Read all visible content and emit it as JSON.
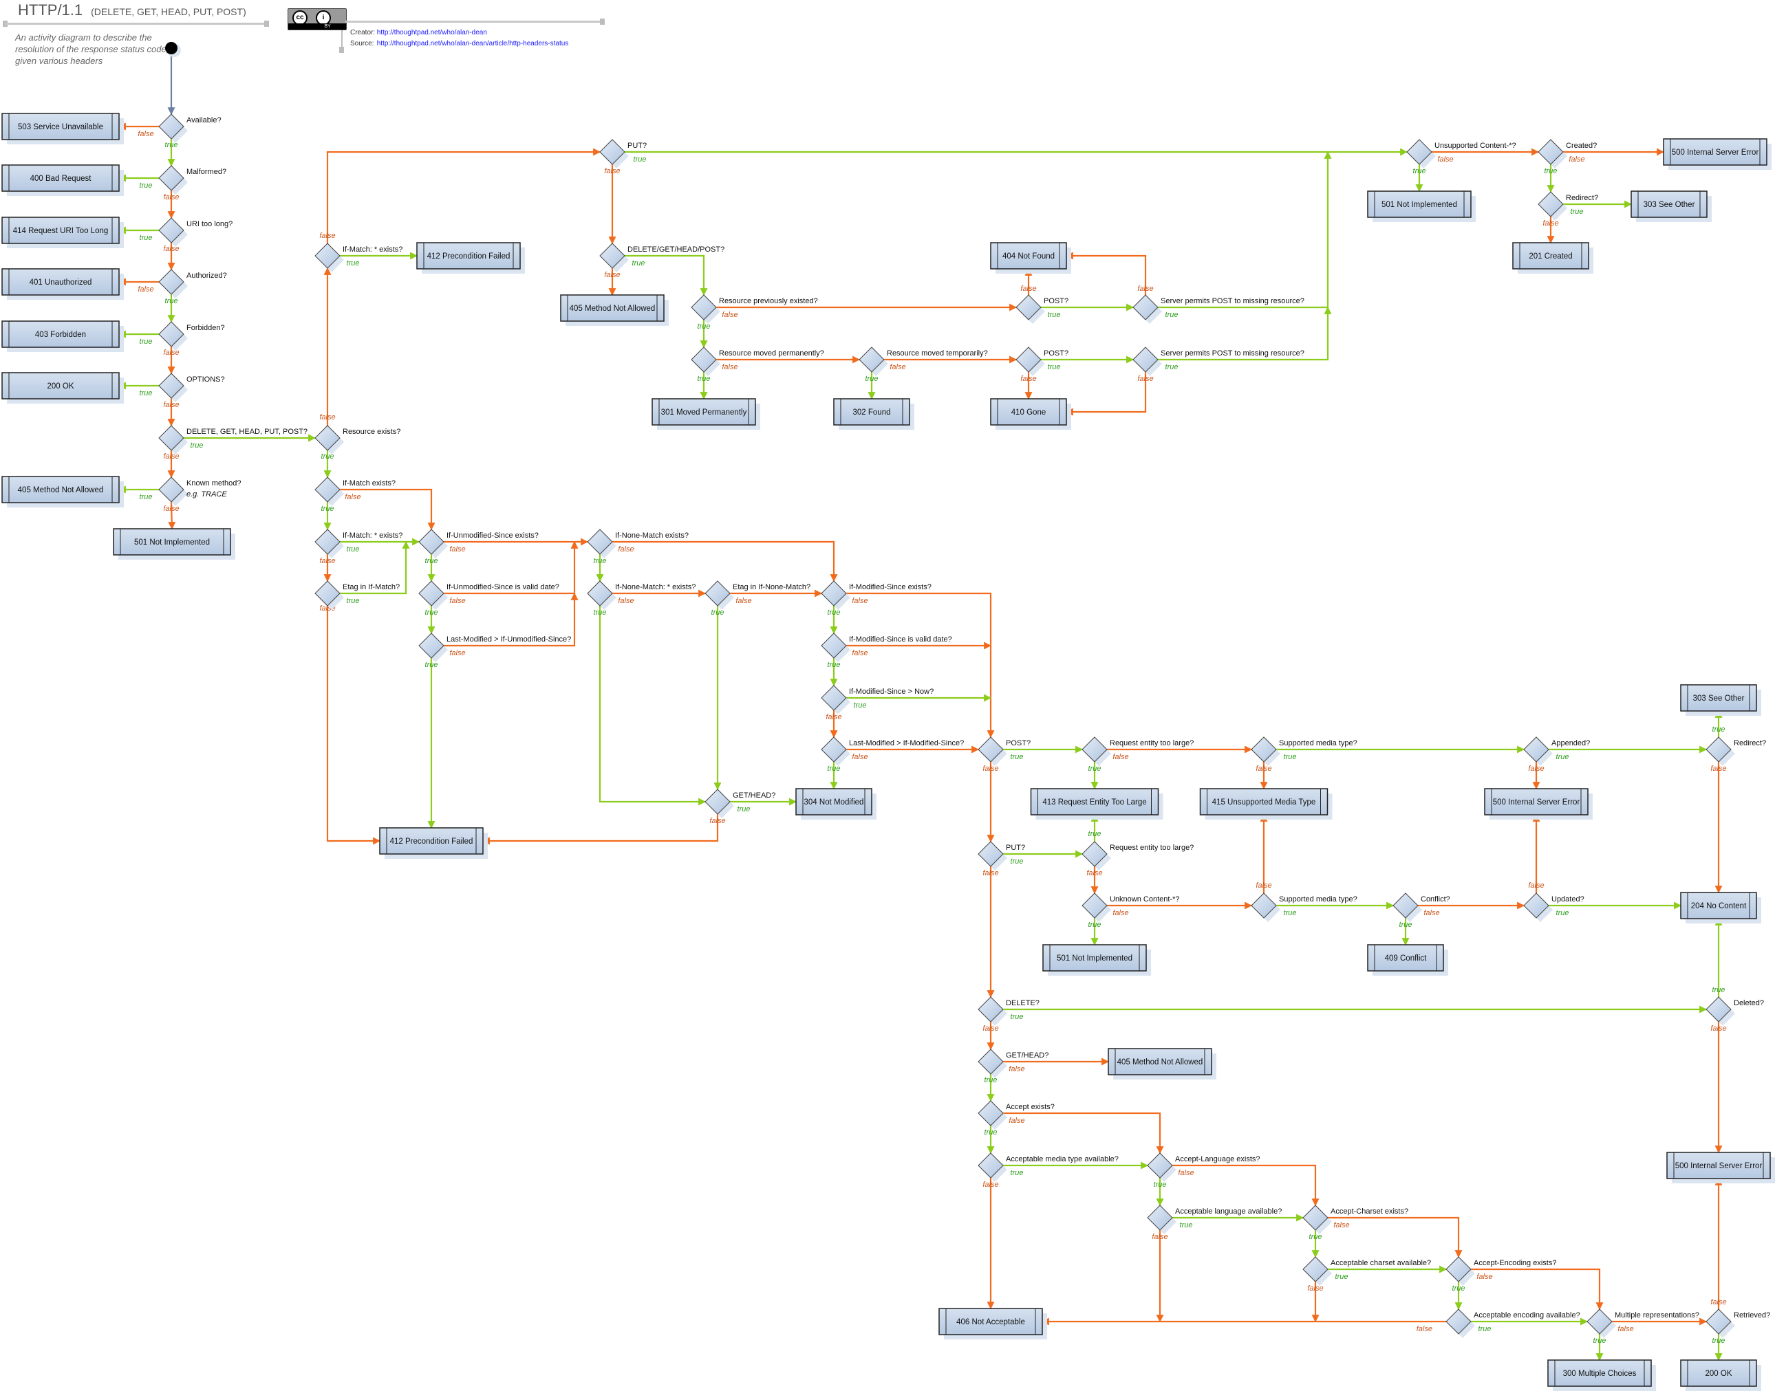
{
  "header": {
    "title": "HTTP/1.1",
    "subtitle": "(DELETE, GET, HEAD, PUT, POST)",
    "description": "An activity diagram to describe the resolution of the response status code, given various headers",
    "license_badge": {
      "cc": "cc",
      "attribution": "i",
      "by": "BY"
    },
    "creator_label": "Creator:",
    "creator_url": "http://thoughtpad.net/who/alan-dean",
    "source_label": "Source:",
    "source_url": "http://thoughtpad.net/who/alan-dean/article/http-headers-status"
  },
  "legend": {
    "true_label": "true",
    "false_label": "false"
  },
  "colors": {
    "true_edge": "#8ccc1a",
    "false_edge": "#f26b1d",
    "start_edge": "#6b7fa3",
    "node_fill_top": "#e4ecf6",
    "node_fill_bottom": "#b3c7e2",
    "node_border": "#444444",
    "true_text": "#2f9e1f",
    "false_text": "#c8541a"
  },
  "decisions": [
    {
      "id": "d_available",
      "label": "Available?"
    },
    {
      "id": "d_malformed",
      "label": "Malformed?"
    },
    {
      "id": "d_uri",
      "label": "URI too long?"
    },
    {
      "id": "d_auth",
      "label": "Authorized?"
    },
    {
      "id": "d_forbidden",
      "label": "Forbidden?"
    },
    {
      "id": "d_options",
      "label": "OPTIONS?"
    },
    {
      "id": "d_methods",
      "label": "DELETE, GET, HEAD, PUT, POST?"
    },
    {
      "id": "d_known",
      "label": "Known method?",
      "note": "e.g. TRACE"
    },
    {
      "id": "d_res_exists",
      "label": "Resource exists?"
    },
    {
      "id": "d_ifmatch_star_top",
      "label": "If-Match: * exists?"
    },
    {
      "id": "d_put_top",
      "label": "PUT?"
    },
    {
      "id": "d_dghp",
      "label": "DELETE/GET/HEAD/POST?"
    },
    {
      "id": "d_prev_existed",
      "label": "Resource previously existed?"
    },
    {
      "id": "d_moved_perm",
      "label": "Resource moved permanently?"
    },
    {
      "id": "d_moved_temp",
      "label": "Resource moved temporarily?"
    },
    {
      "id": "d_post_a",
      "label": "POST?"
    },
    {
      "id": "d_post_b",
      "label": "POST?"
    },
    {
      "id": "d_permit_a",
      "label": "Server permits POST to missing resource?"
    },
    {
      "id": "d_permit_b",
      "label": "Server permits POST to missing resource?"
    },
    {
      "id": "d_unsupported_top",
      "label": "Unsupported Content-*?"
    },
    {
      "id": "d_created",
      "label": "Created?"
    },
    {
      "id": "d_redirect_top",
      "label": "Redirect?"
    },
    {
      "id": "d_ifmatch_exists",
      "label": "If-Match exists?"
    },
    {
      "id": "d_ifmatch_star",
      "label": "If-Match: * exists?"
    },
    {
      "id": "d_etag_ifmatch",
      "label": "Etag in If-Match?"
    },
    {
      "id": "d_ius_exists",
      "label": "If-Unmodified-Since exists?"
    },
    {
      "id": "d_ius_valid",
      "label": "If-Unmodified-Since is valid date?"
    },
    {
      "id": "d_lm_ius",
      "label": "Last-Modified > If-Unmodified-Since?"
    },
    {
      "id": "d_inm_exists",
      "label": "If-None-Match exists?"
    },
    {
      "id": "d_inm_star",
      "label": "If-None-Match: * exists?"
    },
    {
      "id": "d_etag_inm",
      "label": "Etag in If-None-Match?"
    },
    {
      "id": "d_gethead_304",
      "label": "GET/HEAD?"
    },
    {
      "id": "d_ims_exists",
      "label": "If-Modified-Since exists?"
    },
    {
      "id": "d_ims_valid",
      "label": "If-Modified-Since is valid date?"
    },
    {
      "id": "d_ims_now",
      "label": "If-Modified-Since > Now?"
    },
    {
      "id": "d_lm_ims",
      "label": "Last-Modified > If-Modified-Since?"
    },
    {
      "id": "d_post_main",
      "label": "POST?"
    },
    {
      "id": "d_too_large_post",
      "label": "Request entity too large?"
    },
    {
      "id": "d_media_post",
      "label": "Supported media type?"
    },
    {
      "id": "d_appended",
      "label": "Appended?"
    },
    {
      "id": "d_redirect_post",
      "label": "Redirect?"
    },
    {
      "id": "d_put_main",
      "label": "PUT?"
    },
    {
      "id": "d_too_large_put",
      "label": "Request entity too large?"
    },
    {
      "id": "d_unknown_content",
      "label": "Unknown Content-*?"
    },
    {
      "id": "d_media_put",
      "label": "Supported media type?"
    },
    {
      "id": "d_conflict",
      "label": "Conflict?"
    },
    {
      "id": "d_updated",
      "label": "Updated?"
    },
    {
      "id": "d_delete",
      "label": "DELETE?"
    },
    {
      "id": "d_deleted",
      "label": "Deleted?"
    },
    {
      "id": "d_gethead_main",
      "label": "GET/HEAD?"
    },
    {
      "id": "d_accept_exists",
      "label": "Accept exists?"
    },
    {
      "id": "d_media_avail",
      "label": "Acceptable media type available?"
    },
    {
      "id": "d_lang_exists",
      "label": "Accept-Language exists?"
    },
    {
      "id": "d_lang_avail",
      "label": "Acceptable language available?"
    },
    {
      "id": "d_charset_exists",
      "label": "Accept-Charset exists?"
    },
    {
      "id": "d_charset_avail",
      "label": "Acceptable charset available?"
    },
    {
      "id": "d_enc_exists",
      "label": "Accept-Encoding exists?"
    },
    {
      "id": "d_enc_avail",
      "label": "Acceptable encoding available?"
    },
    {
      "id": "d_multiple",
      "label": "Multiple representations?"
    },
    {
      "id": "d_retrieved",
      "label": "Retrieved?"
    }
  ],
  "statuses": [
    {
      "id": "s_503",
      "label": "503 Service Unavailable"
    },
    {
      "id": "s_400",
      "label": "400 Bad Request"
    },
    {
      "id": "s_414",
      "label": "414 Request URI Too Long"
    },
    {
      "id": "s_401",
      "label": "401 Unauthorized"
    },
    {
      "id": "s_403",
      "label": "403 Forbidden"
    },
    {
      "id": "s_200_opt",
      "label": "200 OK"
    },
    {
      "id": "s_405_known",
      "label": "405 Method Not Allowed"
    },
    {
      "id": "s_501_known",
      "label": "501 Not Implemented"
    },
    {
      "id": "s_412_top",
      "label": "412 Precondition Failed"
    },
    {
      "id": "s_405_top",
      "label": "405 Method Not Allowed"
    },
    {
      "id": "s_404",
      "label": "404 Not Found"
    },
    {
      "id": "s_301",
      "label": "301 Moved Permanently"
    },
    {
      "id": "s_302",
      "label": "302 Found"
    },
    {
      "id": "s_410",
      "label": "410 Gone"
    },
    {
      "id": "s_501_top",
      "label": "501 Not Implemented"
    },
    {
      "id": "s_500_top",
      "label": "500 Internal Server Error"
    },
    {
      "id": "s_303_top",
      "label": "303 See Other"
    },
    {
      "id": "s_201",
      "label": "201 Created"
    },
    {
      "id": "s_304",
      "label": "304 Not Modified"
    },
    {
      "id": "s_412",
      "label": "412 Precondition Failed"
    },
    {
      "id": "s_413",
      "label": "413 Request Entity Too Large"
    },
    {
      "id": "s_415",
      "label": "415 Unsupported Media Type"
    },
    {
      "id": "s_500_mid",
      "label": "500 Internal Server Error"
    },
    {
      "id": "s_303_mid",
      "label": "303 See Other"
    },
    {
      "id": "s_204",
      "label": "204 No Content"
    },
    {
      "id": "s_501_mid",
      "label": "501 Not Implemented"
    },
    {
      "id": "s_409",
      "label": "409 Conflict"
    },
    {
      "id": "s_405_mid",
      "label": "405 Method Not Allowed"
    },
    {
      "id": "s_500_low",
      "label": "500 Internal Server Error"
    },
    {
      "id": "s_406",
      "label": "406 Not Acceptable"
    },
    {
      "id": "s_300",
      "label": "300 Multiple Choices"
    },
    {
      "id": "s_200_final",
      "label": "200 OK"
    }
  ]
}
